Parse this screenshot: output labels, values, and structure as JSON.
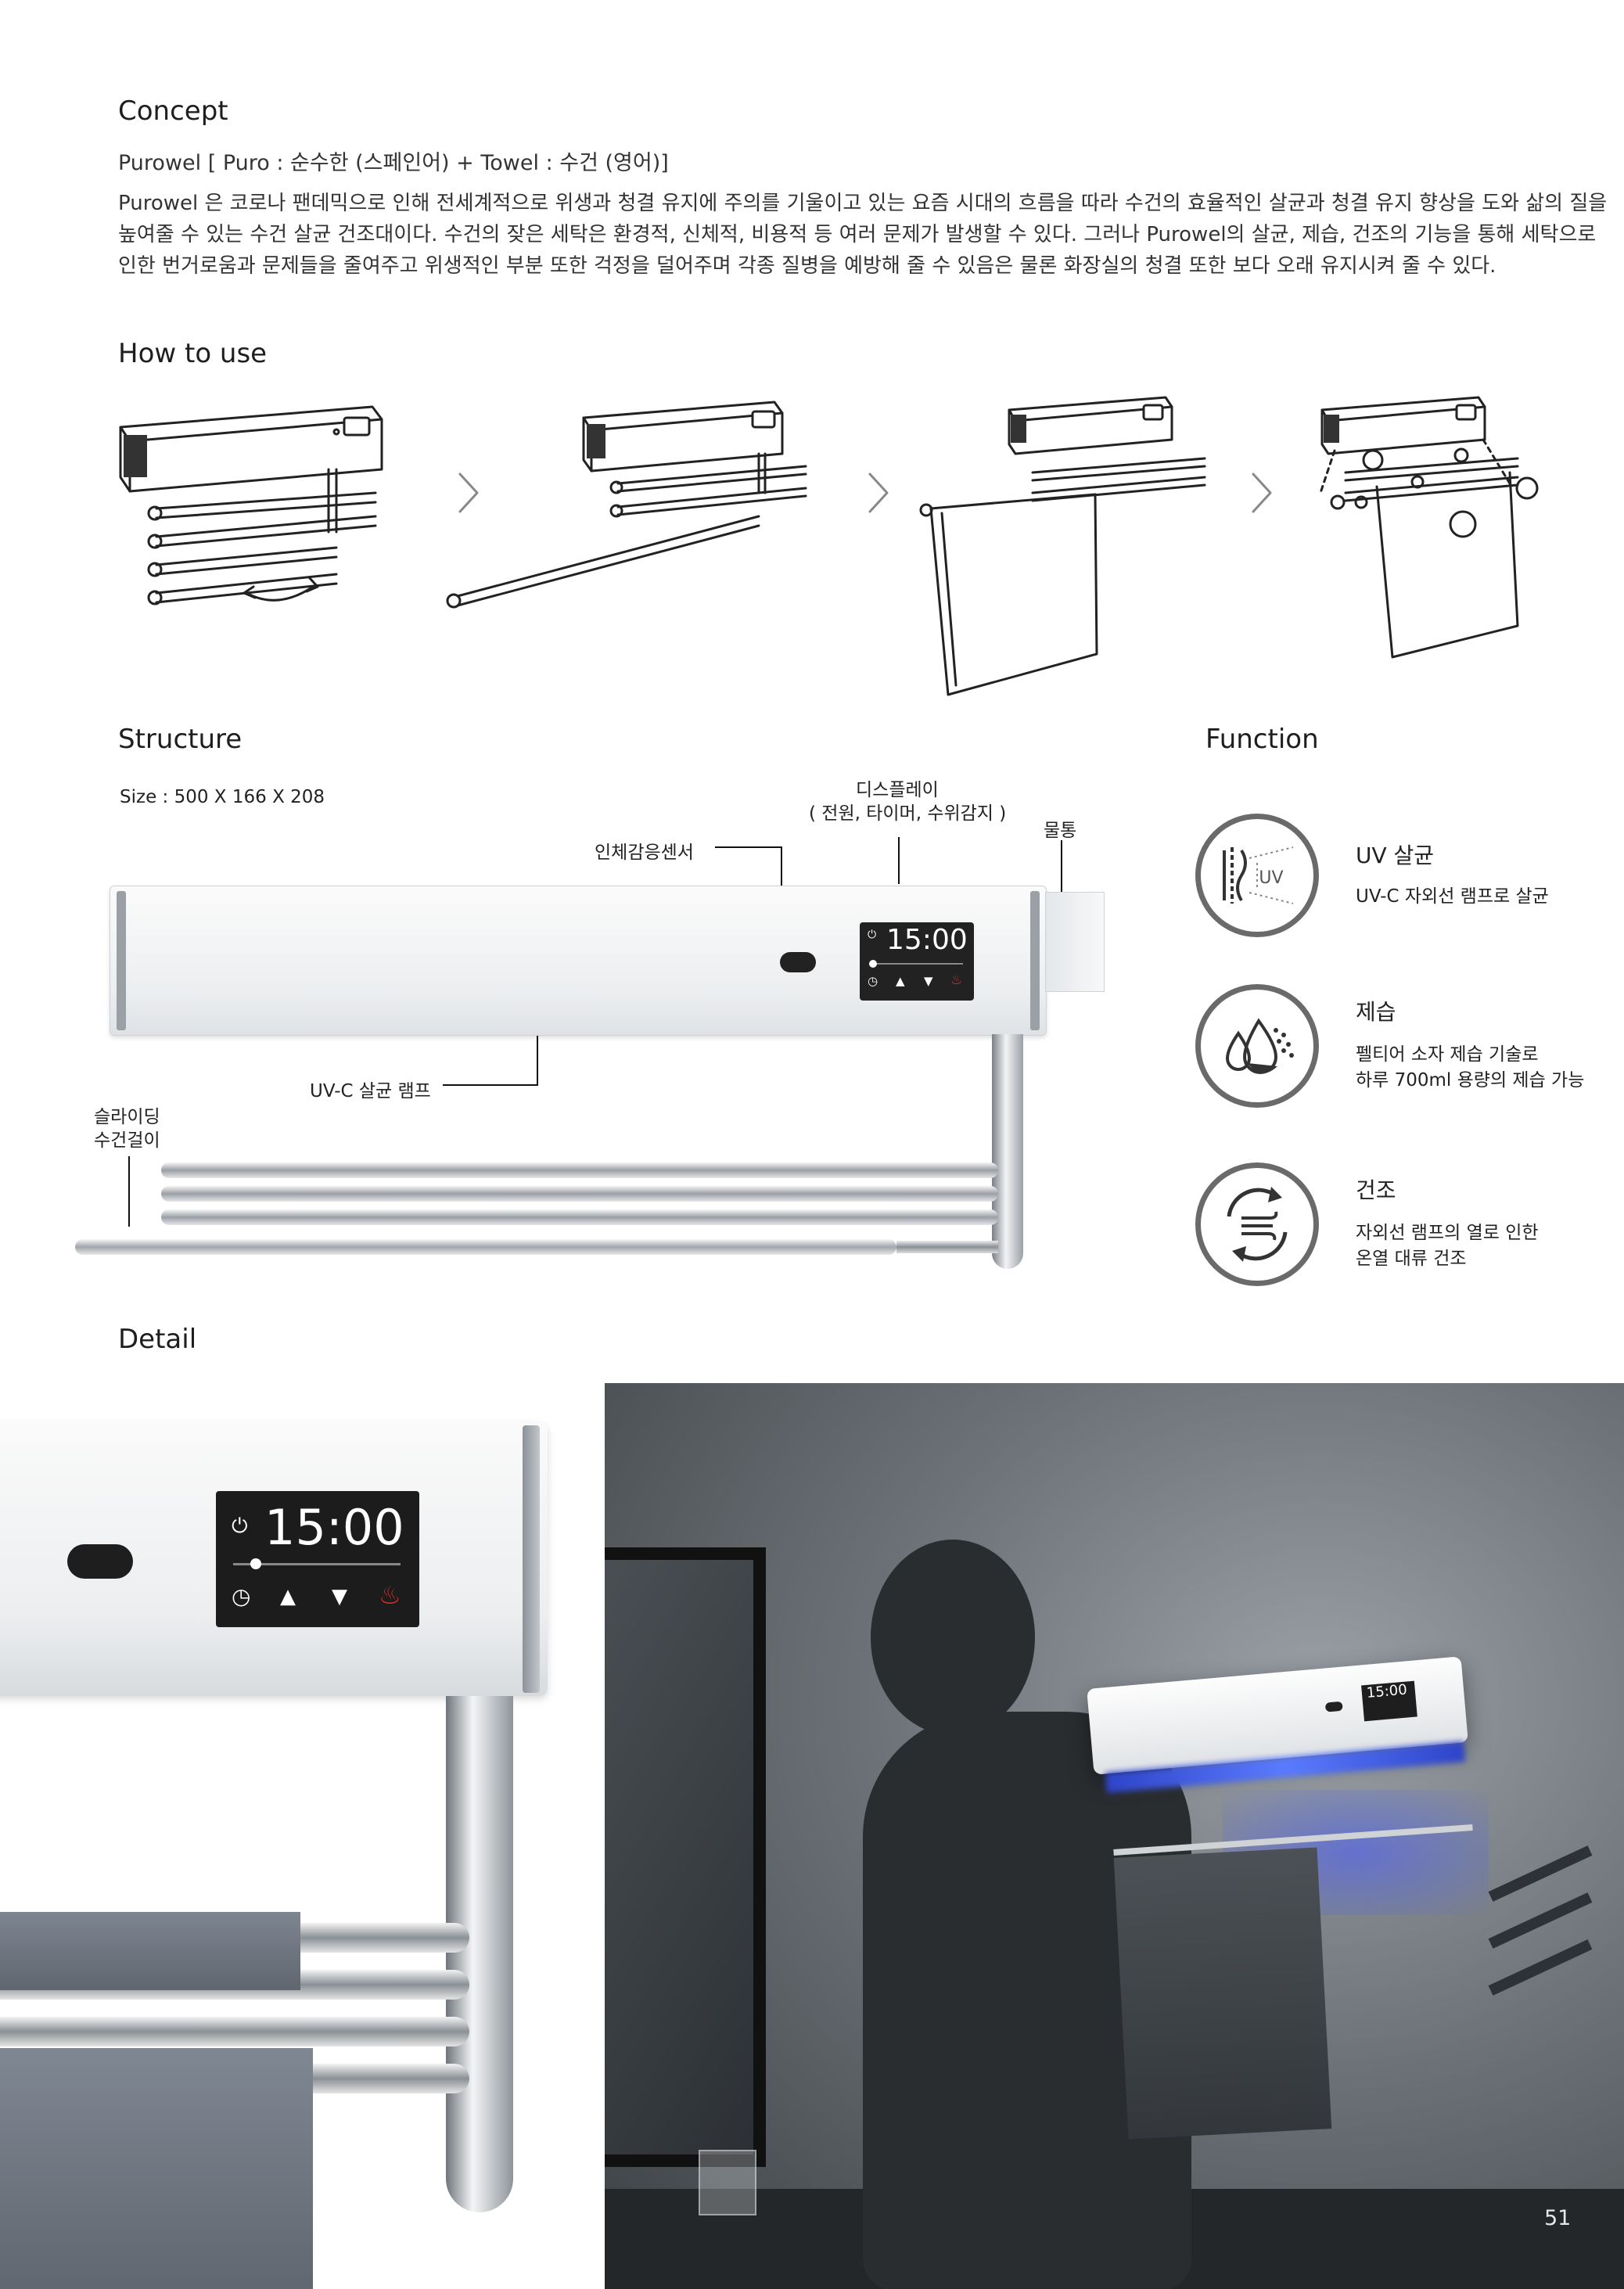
{
  "concept": {
    "heading": "Concept",
    "subtitle": "Purowel [ Puro : 순수한 (스페인어) + Towel : 수건 (영어)]",
    "body": "Purowel 은 코로나 팬데믹으로 인해 전세계적으로 위생과 청결 유지에 주의를 기울이고 있는 요즘 시대의 흐름을 따라 수건의 효율적인 살균과 청결 유지 향상을 도와 삶의 질을 높여줄 수 있는 수건 살균 건조대이다. 수건의 잦은 세탁은 환경적, 신체적, 비용적 등 여러 문제가 발생할 수 있다. 그러나 Purowel의 살균, 제습, 건조의 기능을 통해 세탁으로 인한 번거로움과 문제들을 줄여주고 위생적인 부분 또한 걱정을 덜어주며 각종 질병을 예방해 줄 수 있음은 물론 화장실의 청결 또한 보다 오래 유지시켜 줄 수 있다."
  },
  "how_to_use": {
    "heading": "How to use"
  },
  "structure": {
    "heading": "Structure",
    "size": "Size : 500 X 166 X 208",
    "label_display_1": "디스플레이",
    "label_display_2": "( 전원, 타이머, 수위감지 )",
    "label_sensor": "인체감응센서",
    "label_water": "물통",
    "label_uvc": "UV-C 살균 램프",
    "label_slide_1": "슬라이딩",
    "label_slide_2": "수건걸이",
    "display_time": "15:00"
  },
  "function": {
    "heading": "Function",
    "items": [
      {
        "title": "UV 살균",
        "desc_1": "UV-C 자외선 램프로 살균",
        "desc_2": "",
        "icon": "uv-sterilize-icon",
        "icon_text": "UV"
      },
      {
        "title": "제습",
        "desc_1": "펠티어 소자 제습 기술로",
        "desc_2": "하루 700ml 용량의 제습 가능",
        "icon": "dehumidify-icon"
      },
      {
        "title": "건조",
        "desc_1": "자외선 램프의 열로 인한",
        "desc_2": "온열 대류 건조",
        "icon": "dry-icon"
      }
    ]
  },
  "detail": {
    "heading": "Detail",
    "display_time": "15:00",
    "scene_display_time": "15:00"
  },
  "page_number": "51",
  "colors": {
    "accent_red": "#d0312d",
    "ring_gray": "#6a6a6a",
    "uv_blue": "#3d5dff"
  }
}
